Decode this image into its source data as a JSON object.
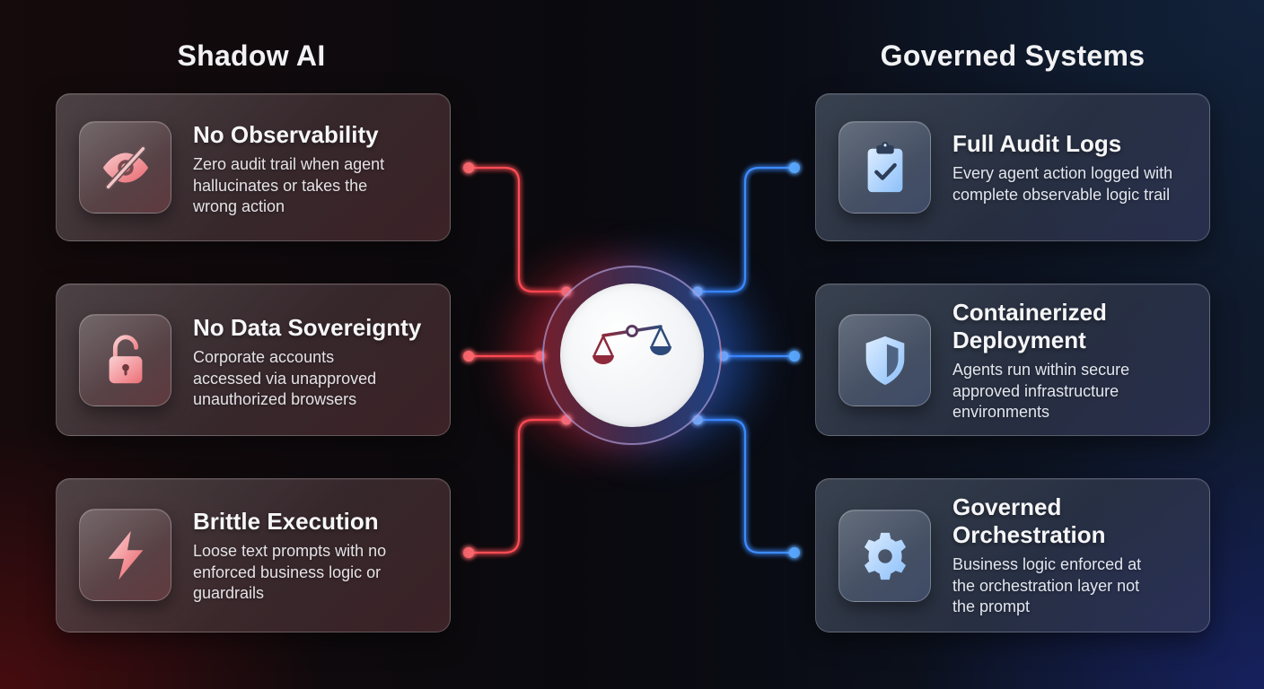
{
  "left_column": {
    "title": "Shadow AI",
    "accent": "#ff5a5f",
    "cards": [
      {
        "icon": "eye-off-icon",
        "title": "No Observability",
        "lines": [
          "Zero audit trail when agent",
          "hallucinates or takes the",
          "wrong action"
        ]
      },
      {
        "icon": "unlock-icon",
        "title": "No Data Sovereignty",
        "lines": [
          "Corporate accounts",
          "accessed via unapproved",
          "unauthorized browsers"
        ]
      },
      {
        "icon": "lightning-icon",
        "title": "Brittle Execution",
        "lines": [
          "Loose text prompts with no",
          "enforced business logic or",
          "guardrails"
        ]
      }
    ]
  },
  "right_column": {
    "title": "Governed Systems",
    "accent": "#4a9dff",
    "cards": [
      {
        "icon": "clipboard-check-icon",
        "title_lines": [
          "Full Audit Logs"
        ],
        "lines": [
          "Every agent action logged with",
          "complete observable logic trail"
        ]
      },
      {
        "icon": "shield-icon",
        "title_lines": [
          "Containerized",
          "Deployment"
        ],
        "lines": [
          "Agents run within secure",
          "approved infrastructure",
          "environments"
        ]
      },
      {
        "icon": "gear-icon",
        "title_lines": [
          "Governed",
          "Orchestration"
        ],
        "lines": [
          "Business logic enforced at",
          "the orchestration layer not",
          "the prompt"
        ]
      }
    ]
  },
  "hub": {
    "icon": "scales-of-justice-icon"
  },
  "colors": {
    "red_line": "#ff4d55",
    "blue_line": "#3d8bff",
    "scale_left": "#8e2a3c",
    "scale_right": "#2e4a7a"
  }
}
